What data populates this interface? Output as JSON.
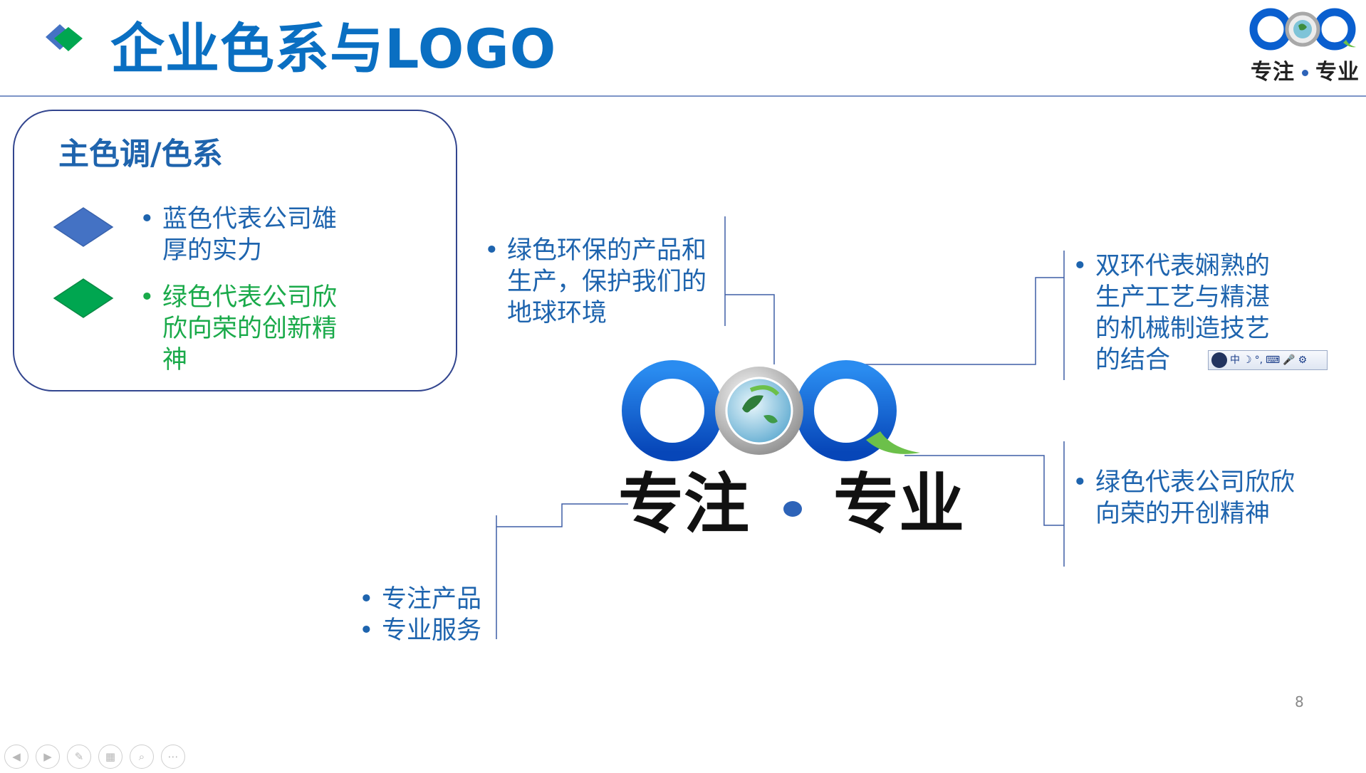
{
  "header": {
    "title": "企业色系与LOGO",
    "corner_logo": {
      "brand": "COQ",
      "slogan_left": "专注",
      "slogan_right": "专业"
    }
  },
  "panel": {
    "title": "主色调/色系",
    "items": [
      {
        "color": "#4472c4",
        "text": "蓝色代表公司雄厚的实力",
        "text_color": "#1e64ae"
      },
      {
        "color": "#00a650",
        "text": "绿色代表公司欣欣向荣的创新精神",
        "text_color": "#1aaa4a"
      }
    ]
  },
  "callouts": {
    "eco": "绿色环保的产品和生产，保护我们的地球环境",
    "rings": "双环代表娴熟的生产工艺与精湛的机械制造技艺的结合",
    "green": "绿色代表公司欣欣向荣的开创精神",
    "focus": [
      "专注产品",
      "专业服务"
    ]
  },
  "logo": {
    "brand": "COQ",
    "slogan_left": "专注",
    "slogan_right": "专业"
  },
  "ime_toolbar": {
    "items": [
      "中",
      "☽",
      "°,",
      "⌨",
      "🎤",
      "⚙"
    ]
  },
  "page_number": "8",
  "bullet_char": "•",
  "colors": {
    "title_blue": "#0a6fc2",
    "logo_blue": "#0a5fcf",
    "logo_green": "#6cc04a",
    "panel_border": "#33468f"
  },
  "nav": [
    "prev-icon",
    "next-icon",
    "pen-icon",
    "slides-icon",
    "zoom-icon",
    "more-icon"
  ]
}
